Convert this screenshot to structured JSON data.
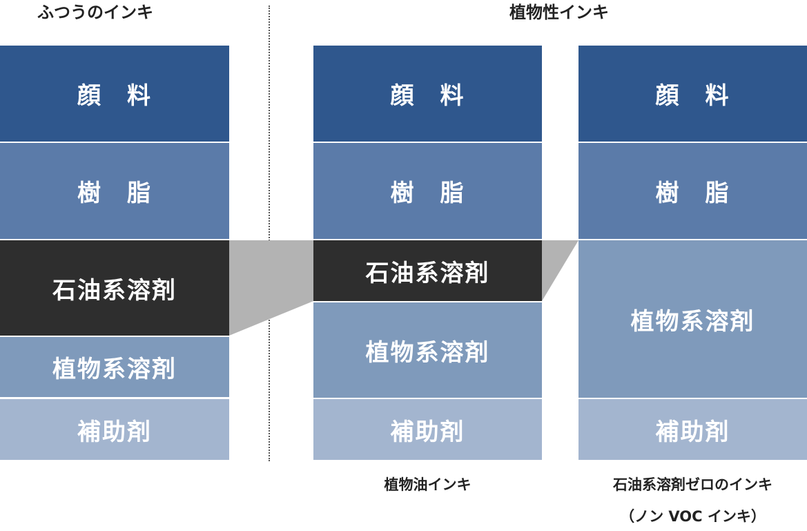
{
  "headings": {
    "normal_ink": "ふつうのインキ",
    "vegetable_ink": "植物性インキ"
  },
  "columns": {
    "normal": {
      "pigment": "顔　料",
      "resin": "樹　脂",
      "petroleum_solvent": "石油系溶剤",
      "vegetable_solvent": "植物系溶剤",
      "auxiliary": "補助剤"
    },
    "vegetable_oil": {
      "pigment": "顔　料",
      "resin": "樹　脂",
      "petroleum_solvent": "石油系溶剤",
      "vegetable_solvent": "植物系溶剤",
      "auxiliary": "補助剤",
      "caption": "植物油インキ"
    },
    "non_voc": {
      "pigment": "顔　料",
      "resin": "樹　脂",
      "vegetable_solvent": "植物系溶剤",
      "auxiliary": "補助剤",
      "caption": "石油系溶剤ゼロのインキ",
      "caption_sub": "（ノン VOC インキ）"
    }
  },
  "colors": {
    "pigment": "#2f578d",
    "resin": "#5b7ba9",
    "petroleum_solvent": "#2e2e2e",
    "vegetable_solvent": "#7f9abb",
    "auxiliary": "#a3b5cf",
    "connector": "#b3b3b3"
  }
}
